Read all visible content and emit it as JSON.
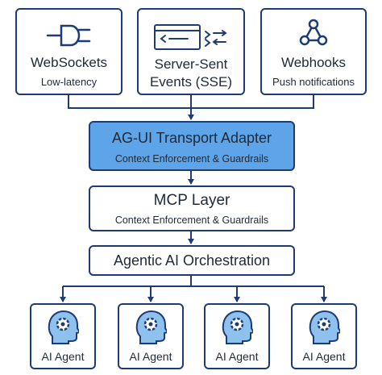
{
  "sources": [
    {
      "icon": "plug-icon",
      "title": "WebSockets",
      "subtitle": "Low-latency"
    },
    {
      "icon": "code-stream-icon",
      "title": "Server-Sent",
      "subtitle": "Events (SSE)"
    },
    {
      "icon": "webhook-icon",
      "title": "Webhooks",
      "subtitle": "Push notifications"
    }
  ],
  "adapter": {
    "title": "AG-UI Transport Adapter",
    "subtitle": "Context Enforcement & Guardrails"
  },
  "mcp": {
    "title": "MCP Layer",
    "subtitle": "Context Enforcement & Guardrails"
  },
  "orchestration": {
    "title": "Agentic AI Orchestration"
  },
  "agents": [
    {
      "icon": "head-gear-icon",
      "label": "AI Agent"
    },
    {
      "icon": "head-gear-icon",
      "label": "AI Agent"
    },
    {
      "icon": "head-gear-icon",
      "label": "AI Agent"
    },
    {
      "icon": "head-gear-icon",
      "label": "AI Agent"
    }
  ],
  "colors": {
    "border": "#1f3b73",
    "highlight": "#5ea4e8",
    "icon_fill": "#8fc1ee",
    "text": "#1f2937"
  }
}
